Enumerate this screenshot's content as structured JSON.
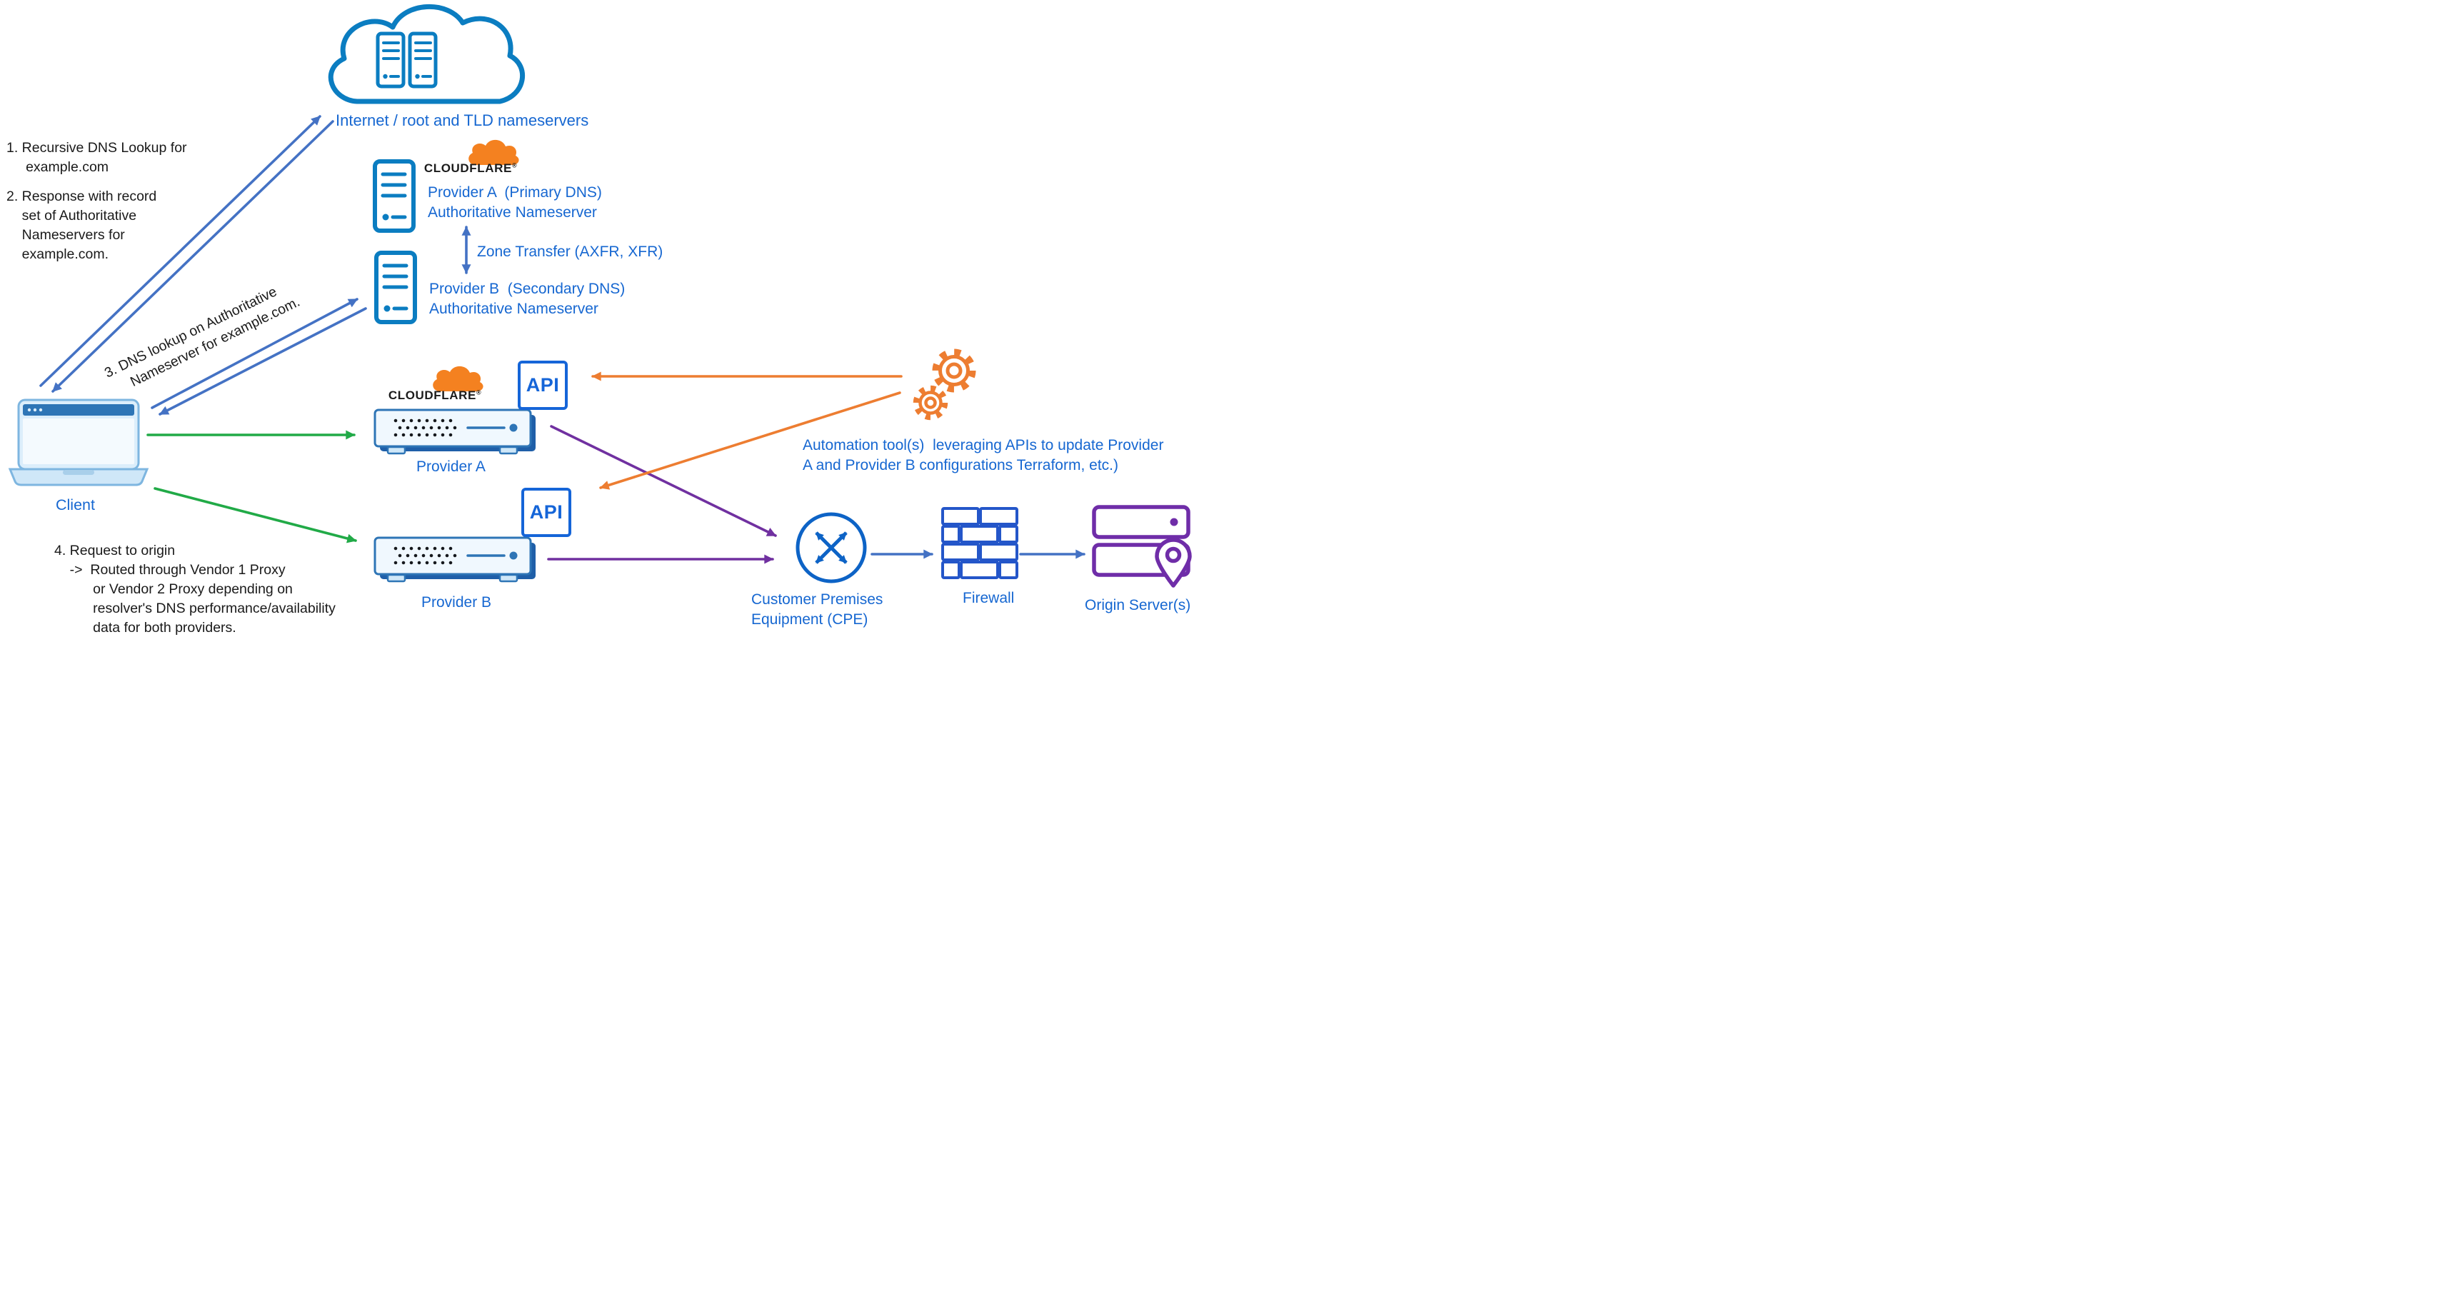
{
  "colors": {
    "icon_blue": "#0B7DC1",
    "arrow_blue": "#4472C4",
    "label_blue": "#1667D1",
    "green": "#21AA47",
    "purple": "#7030A0",
    "orange": "#ED7D31",
    "cloudflare_orange": "#F48120",
    "proxy_blue": "#2E75B6",
    "proxy_shadow": "#1F5FA8",
    "api_blue": "#1565D8",
    "cpe_blue": "#0D63C6",
    "firewall_blue": "#2456C9",
    "origin_purple": "#6F2DA8",
    "laptop_stroke": "#7EB6E0",
    "text_black": "#1A1A1A"
  },
  "annotations": {
    "step1": "1. Recursive DNS Lookup for\n     example.com",
    "step2": "2. Response with record\n    set of Authoritative\n    Nameservers for\n    example.com.",
    "step3": "3. DNS lookup on Authoritative\n     Nameserver for example.com.",
    "step4": "4. Request to origin\n    ->  Routed through Vendor 1 Proxy\n          or Vendor 2 Proxy depending on\n          resolver's DNS performance/availability\n          data for both providers."
  },
  "nodes": {
    "internet": {
      "label": "Internet / root and TLD nameservers"
    },
    "cloudflare": {
      "wordmark": "CLOUDFLARE",
      "registered": "®"
    },
    "provider_a_ns": {
      "label": "Provider A  (Primary DNS)\nAuthoritative Nameserver"
    },
    "zone_transfer": {
      "label": "Zone Transfer (AXFR, XFR)"
    },
    "provider_b_ns": {
      "label": "Provider B  (Secondary DNS)\nAuthoritative Nameserver"
    },
    "client": {
      "label": "Client"
    },
    "provider_a_proxy": {
      "label": "Provider A",
      "api_label": "API"
    },
    "provider_b_proxy": {
      "label": "Provider B",
      "api_label": "API"
    },
    "automation": {
      "label": "Automation tool(s)  leveraging APIs to update Provider\nA and Provider B configurations Terraform, etc.)"
    },
    "cpe": {
      "label": "Customer Premises\nEquipment (CPE)"
    },
    "firewall": {
      "label": "Firewall"
    },
    "origin": {
      "label": "Origin Server(s)"
    }
  }
}
